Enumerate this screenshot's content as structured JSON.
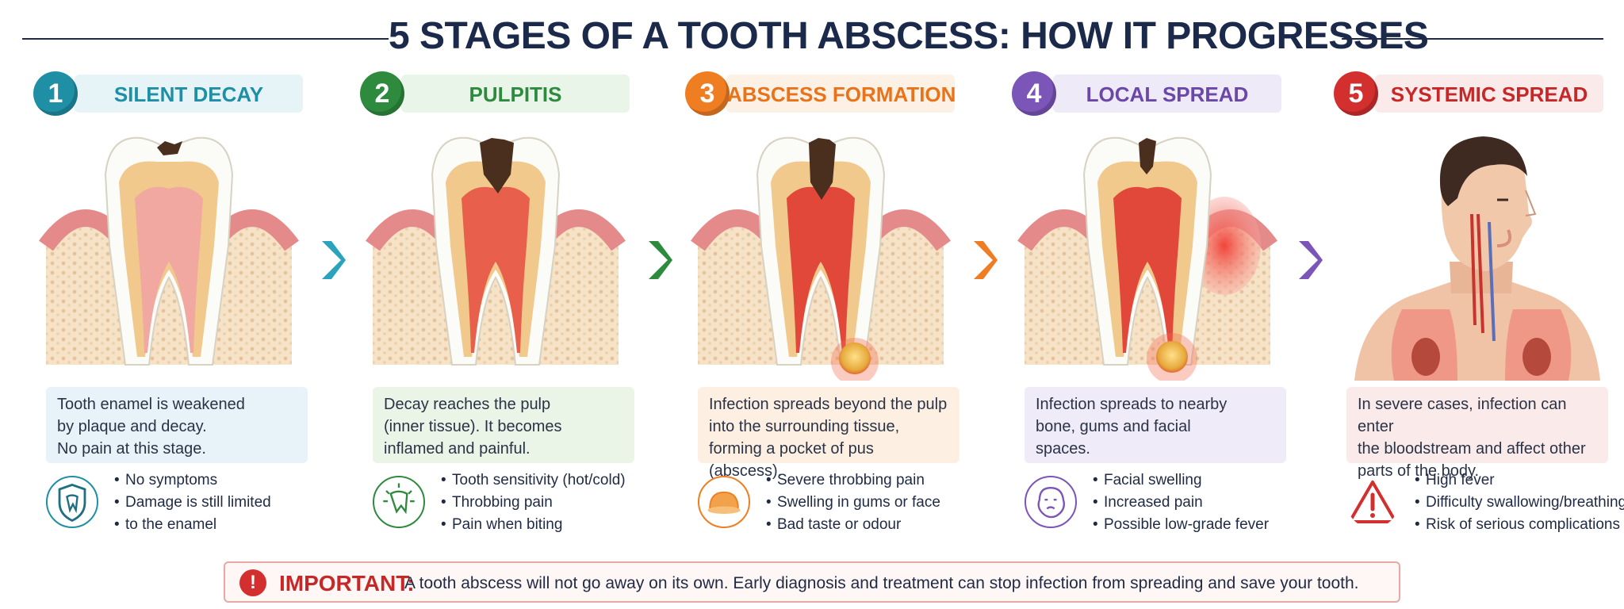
{
  "title": "5 STAGES OF A TOOTH ABSCESS: HOW IT PROGRESSES",
  "stages": [
    {
      "number": "1",
      "label": "SILENT DECAY",
      "color": "#1f8fa5",
      "pill_bg": "#e6f4f8",
      "pill_text": "#1f8fa5",
      "desc_bg": "#e8f3f9",
      "description": [
        "Tooth enamel is weakened",
        "by plaque and decay.",
        "No pain at this stage."
      ],
      "icon": "shield-tooth-icon",
      "symptoms": [
        "No symptoms",
        "Damage is still limited",
        "to the enamel"
      ]
    },
    {
      "number": "2",
      "label": "PULPITIS",
      "color": "#2e8b3e",
      "pill_bg": "#eaf5e9",
      "pill_text": "#2e8b3e",
      "desc_bg": "#eaf5e8",
      "description": [
        "Decay reaches the pulp",
        "(inner tissue). It becomes",
        "inflamed and painful."
      ],
      "icon": "sensitive-tooth-icon",
      "symptoms": [
        "Tooth sensitivity (hot/cold)",
        "Throbbing pain",
        "Pain when biting"
      ]
    },
    {
      "number": "3",
      "label": "ABSCESS FORMATION",
      "color": "#ef7d22",
      "pill_bg": "#fdf0e4",
      "pill_text": "#e8731a",
      "desc_bg": "#fdf0e3",
      "description": [
        "Infection spreads beyond the pulp",
        "into the surrounding tissue,",
        "forming a pocket of pus (abscess)."
      ],
      "icon": "abscess-icon",
      "symptoms": [
        "Severe throbbing pain",
        "Swelling in gums or face",
        "Bad taste or odour"
      ]
    },
    {
      "number": "4",
      "label": "LOCAL SPREAD",
      "color": "#7b55b8",
      "pill_bg": "#efeaf7",
      "pill_text": "#6a47a8",
      "desc_bg": "#efebf8",
      "description": [
        "Infection spreads to nearby",
        "bone, gums and facial",
        "spaces."
      ],
      "icon": "swollen-face-icon",
      "symptoms": [
        "Facial swelling",
        "Increased pain",
        "Possible low-grade fever"
      ]
    },
    {
      "number": "5",
      "label": "SYSTEMIC SPREAD",
      "color": "#d32f2f",
      "pill_bg": "#fbeaea",
      "pill_text": "#c62828",
      "desc_bg": "#fbeaea",
      "description": [
        "In severe cases, infection can enter",
        "the bloodstream and affect other",
        "parts of the body."
      ],
      "icon": "warning-triangle-icon",
      "symptoms": [
        "High fever",
        "Difficulty swallowing/breathing",
        "Risk of serious complications"
      ]
    }
  ],
  "arrows": [
    {
      "icon": "chevron-right-icon",
      "color": "#2aa3bd"
    },
    {
      "icon": "chevron-right-icon",
      "color": "#2e8b3e"
    },
    {
      "icon": "chevron-right-icon",
      "color": "#ef7d22"
    },
    {
      "icon": "chevron-right-icon",
      "color": "#7b55b8"
    }
  ],
  "important": {
    "icon": "exclamation-icon",
    "label": "IMPORTANT:",
    "text": "A tooth abscess will not go away on its own. Early diagnosis and treatment can stop infection from spreading and save your tooth."
  }
}
